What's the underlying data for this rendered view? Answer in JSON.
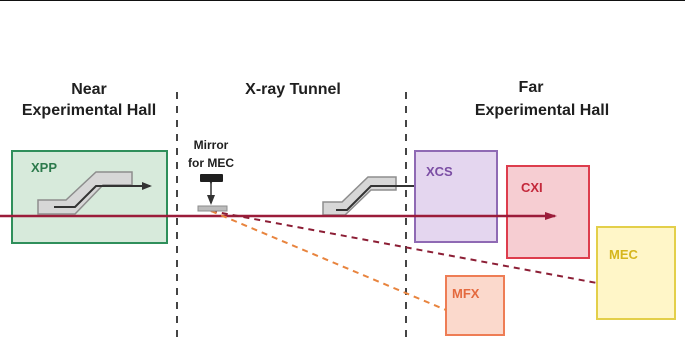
{
  "labels": {
    "near_line1": "Near",
    "near_line2": "Experimental Hall",
    "tunnel": "X-ray Tunnel",
    "far_line1": "Far",
    "far_line2": "Experimental Hall",
    "mirror_line1": "Mirror",
    "mirror_line2": "for MEC"
  },
  "stations": {
    "xpp": "XPP",
    "xcs": "XCS",
    "cxi": "CXI",
    "mec": "MEC",
    "mfx": "MFX"
  },
  "colors": {
    "beam": "#9b1c3a",
    "beam_dashed": "#8c1e35",
    "mfx_path": "#e8843e",
    "xpp_fill": "#d7eadb",
    "xpp_border": "#2f8f5b",
    "xpp_text": "#2c7a4c",
    "xcs_fill": "#e4d6ef",
    "xcs_border": "#8f6ab4",
    "xcs_text": "#7b4ea4",
    "cxi_fill": "#f6cdd2",
    "cxi_border": "#dd3d4d",
    "cxi_text": "#c4283b",
    "mec_fill": "#fff6c8",
    "mec_border": "#e3cf4a",
    "mec_text": "#d6b61d",
    "mfx_fill": "#fbd9cc",
    "mfx_border": "#ee7d55",
    "mfx_text": "#e46a3f",
    "offset_fill": "#d7d7d7",
    "offset_border": "#8d8d8d",
    "divider": "#444444"
  }
}
